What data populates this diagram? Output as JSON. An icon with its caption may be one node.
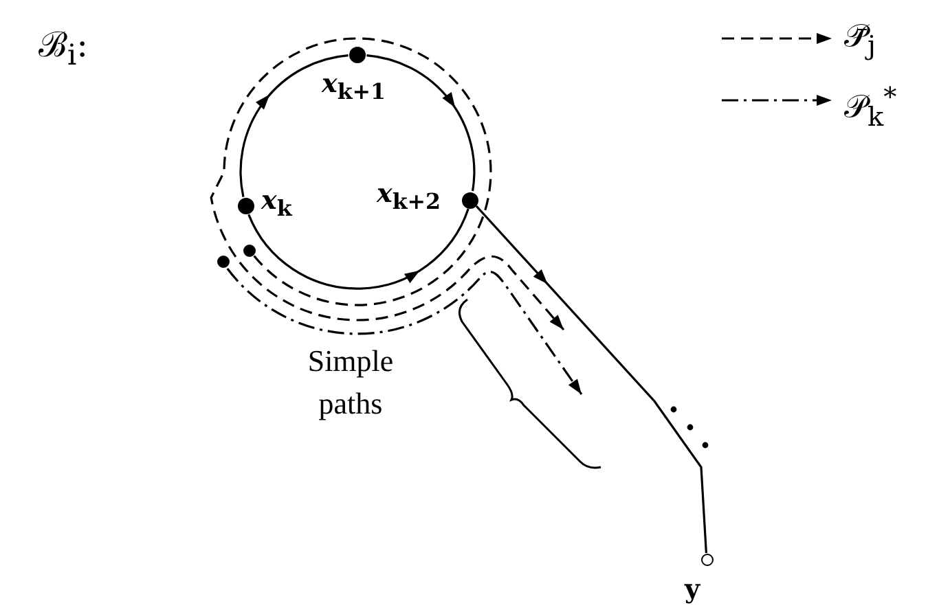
{
  "diagram": {
    "nodes": [
      {
        "text": [],
        "shape": "circle",
        "beside": [
          "*x*$_{k}$"
        ]
      },
      {
        "text": [],
        "shape": "circle",
        "beside": [
          "*x*$_{k+1}$"
        ]
      },
      {
        "text": [],
        "shape": "circle",
        "beside": [
          "*x*$_{k+2}$"
        ]
      },
      {
        "text": [],
        "shape": "circle",
        "beside": [
          "y"
        ]
      },
      {
        "text": [],
        "shape": "circle"
      },
      {
        "text": [],
        "shape": "circle"
      }
    ],
    "edges": [
      {
        "from": 0,
        "to": 1,
        "arrow": "to"
      },
      {
        "from": 1,
        "to": 2,
        "arrow": "to"
      },
      {
        "from": 0,
        "to": 2,
        "arrow": "to"
      },
      {
        "from": 2,
        "to": 3,
        "arrow": "to"
      },
      {
        "from": 4,
        "to": null,
        "arrow": "to",
        "style": "dashed"
      },
      {
        "from": 5,
        "to": null,
        "arrow": "to",
        "style": "dashed"
      }
    ],
    "labels": [
      "ℬ$_{i}$:",
      "Simple paths"
    ],
    "legend": [
      {
        "text": "𝒫̄$_{j}$"
      },
      {
        "text": "𝒫$_{k}$$^{*}$"
      }
    ]
  }
}
